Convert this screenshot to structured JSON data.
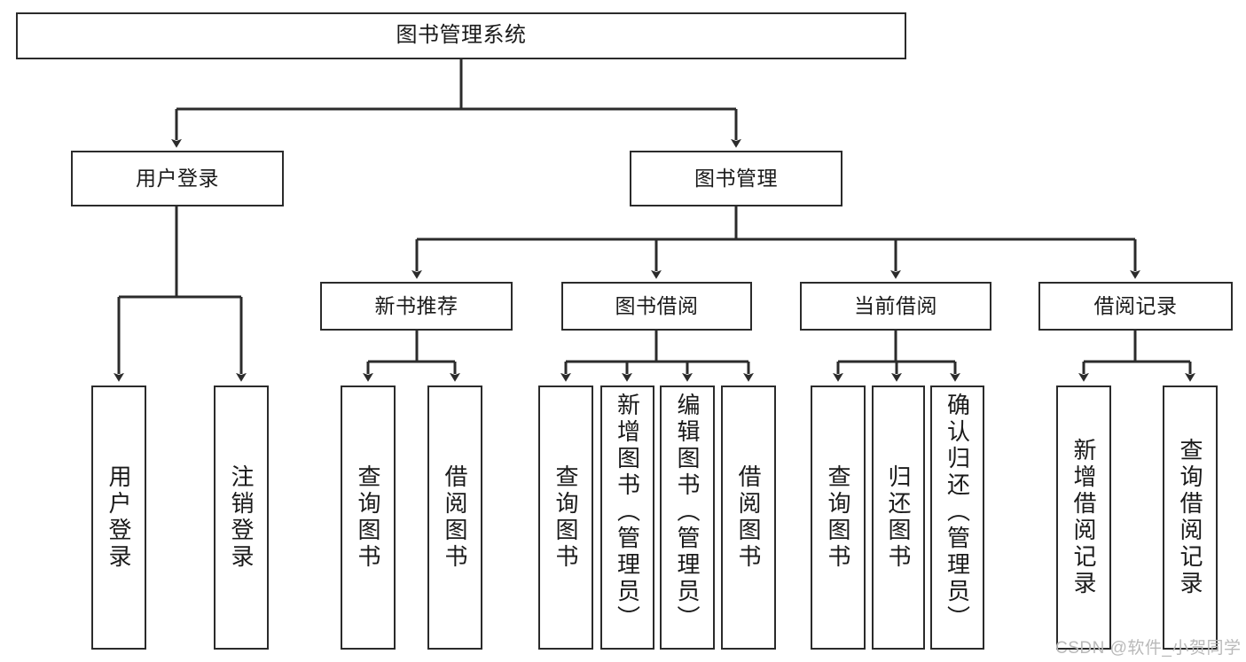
{
  "diagram": {
    "title": "图书管理系统",
    "stroke_color": "#2b2b2b",
    "fill_color": "#ffffff",
    "text_color": "#1a1a1a"
  },
  "nodes": {
    "root": {
      "label": "图书管理系统"
    },
    "level2": [
      {
        "label": "用户登录"
      },
      {
        "label": "图书管理"
      }
    ],
    "level3": [
      {
        "label": "新书推荐"
      },
      {
        "label": "图书借阅"
      },
      {
        "label": "当前借阅"
      },
      {
        "label": "借阅记录"
      }
    ],
    "leaves": {
      "user_login": [
        {
          "label": "用户登录"
        },
        {
          "label": "注销登录"
        }
      ],
      "new_book": [
        {
          "label": "查询图书"
        },
        {
          "label": "借阅图书"
        }
      ],
      "book_borrow": [
        {
          "label": "查询图书"
        },
        {
          "label": "新增图书（管理员）"
        },
        {
          "label": "编辑图书（管理员）"
        },
        {
          "label": "借阅图书"
        }
      ],
      "current_borrow": [
        {
          "label": "查询图书"
        },
        {
          "label": "归还图书"
        },
        {
          "label": "确认归还（管理员）"
        }
      ],
      "borrow_record": [
        {
          "label": "新增借阅记录"
        },
        {
          "label": "查询借阅记录"
        }
      ]
    }
  },
  "watermark": {
    "text": "CSDN @软件_小贺同学"
  }
}
